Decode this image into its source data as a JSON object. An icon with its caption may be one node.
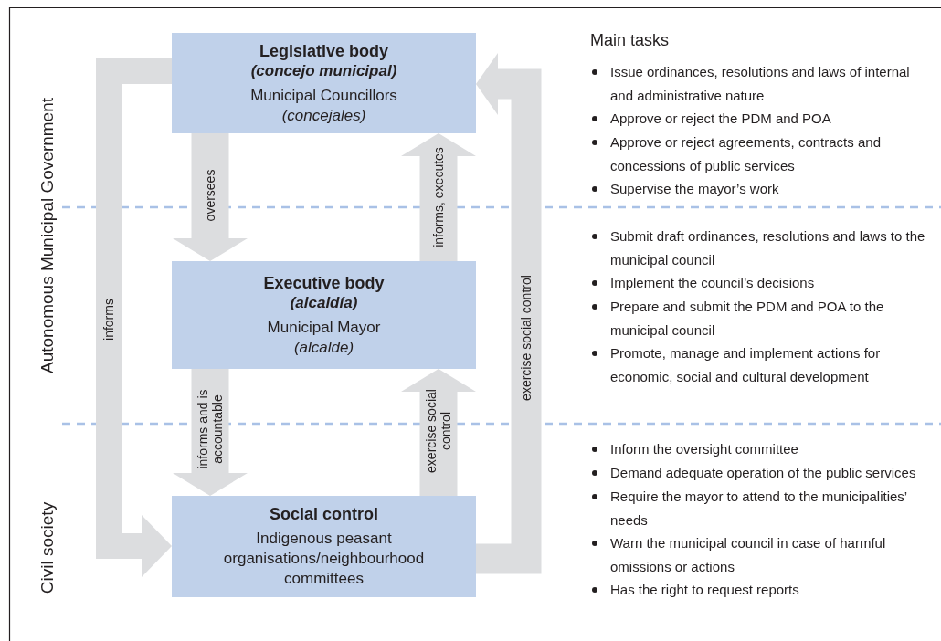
{
  "diagram": {
    "nodes": [
      {
        "text": [
          "Legislative body",
          "(concejo municipal)",
          "Municipal Councillors",
          "(concejales)"
        ]
      },
      {
        "text": [
          "Executive body",
          "(alcaldía)",
          "Municipal Mayor",
          "(alcalde)"
        ]
      },
      {
        "text": [
          "Social control",
          "Indigenous peasant organisations/neighbourhood committees"
        ]
      }
    ],
    "edges": [
      {
        "from": 0,
        "to": 1,
        "arrow": "to",
        "label": "oversees"
      },
      {
        "from": 1,
        "to": 0,
        "arrow": "to",
        "label": "informs, executes"
      },
      {
        "from": 1,
        "to": 2,
        "arrow": "to",
        "label": "informs and is accountable"
      },
      {
        "from": 2,
        "to": 1,
        "arrow": "to",
        "label": "exercise social control"
      },
      {
        "from": 0,
        "to": 2,
        "arrow": "to",
        "label": "informs"
      },
      {
        "from": 2,
        "to": 0,
        "arrow": "to",
        "label": "exercise social control"
      }
    ],
    "labels": [
      "Autonomous Municipal Government",
      "Civil society",
      "Main tasks",
      "Issue ordinances, resolutions and laws of internal and administrative nature",
      "Approve or reject the PDM and POA",
      "Approve or reject agreements, contracts and concessions of public services",
      "Supervise the mayor’s work",
      "Submit draft ordinances, resolutions and laws to the municipal council",
      "Implement the council’s decisions",
      "Prepare and submit the PDM and POA to the municipal council",
      "Promote, manage and implement actions for economic, social and cultural development",
      "Inform the oversight committee",
      "Demand adequate operation of the public services",
      "Require the mayor to attend to the municipalities’ needs",
      "Warn the municipal council in case of harmful omissions or actions",
      "Has the right to request reports"
    ]
  }
}
